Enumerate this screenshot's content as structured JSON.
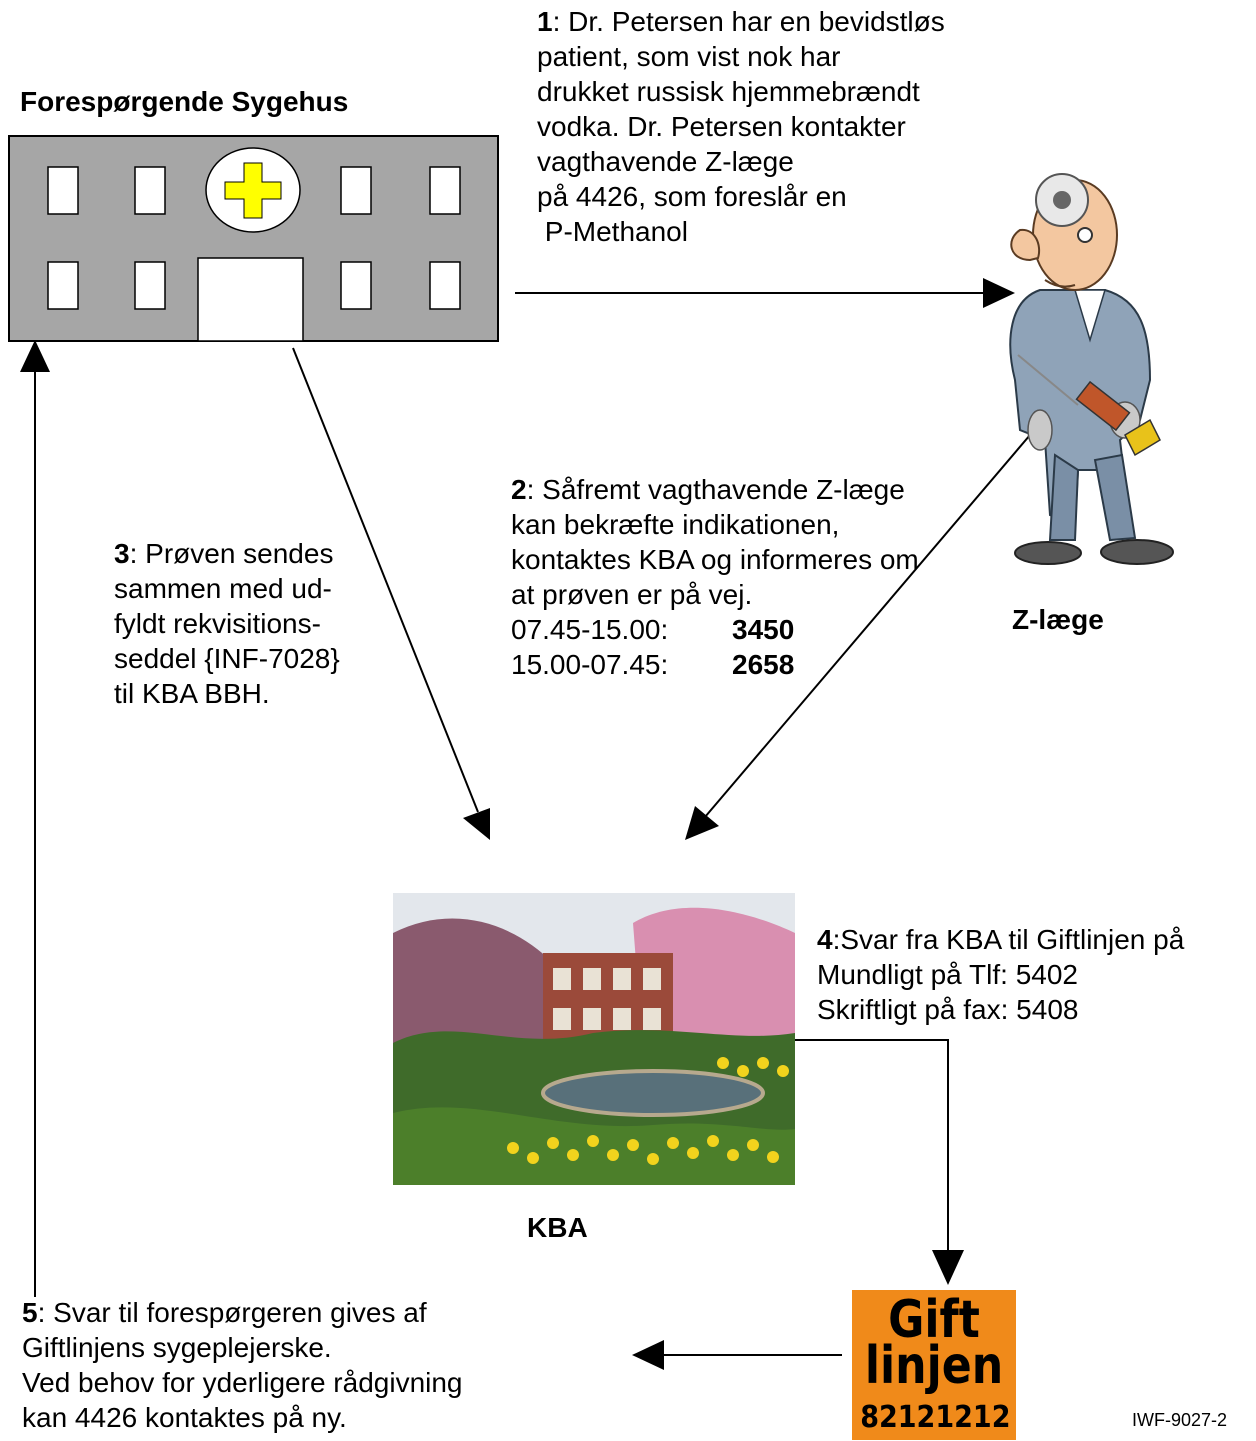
{
  "hospital": {
    "title": "Forespørgende Sygehus"
  },
  "doctor": {
    "label": "Z-læge"
  },
  "kba": {
    "label": "KBA"
  },
  "step1": {
    "num": "1",
    "lines": [
      ": Dr. Petersen har en bevidstløs",
      "patient, som vist nok har",
      "drukket russisk hjemmebrændt",
      "vodka. Dr. Petersen kontakter",
      "vagthavende Z-læge",
      "på 4426, som foreslår en",
      " P-Methanol"
    ]
  },
  "step2": {
    "num": "2",
    "lines": [
      ": Såfremt vagthavende Z-læge",
      "kan bekræfte indikationen,",
      "kontaktes KBA og informeres om",
      "at prøven er på vej."
    ],
    "time1": "07.45-15.00:",
    "phone1": "3450",
    "time2": "15.00-07.45:",
    "phone2": "2658"
  },
  "step3": {
    "num": "3",
    "lines": [
      ": Prøven sendes",
      "sammen med ud-",
      "fyldt rekvisitions-",
      "seddel {INF-7028}",
      "til KBA BBH."
    ]
  },
  "step4": {
    "num": "4",
    "lines": [
      ":Svar fra KBA til Giftlinjen på",
      "Mundligt på Tlf: 5402",
      "Skriftligt på fax: 5408"
    ]
  },
  "step5": {
    "num": "5",
    "lines": [
      ": Svar til forespørgeren gives af",
      "Giftlinjens sygeplejerske.",
      "Ved behov for yderligere rådgivning",
      "kan 4426 kontaktes på ny."
    ]
  },
  "giftlinjen": {
    "line1": "Gift",
    "line2": "linjen",
    "number": "82121212"
  },
  "doc_ref": "IWF-9027-2",
  "colors": {
    "building": "#a6a6a6",
    "cross": "#ffff00",
    "logo": "#f08a1a"
  }
}
